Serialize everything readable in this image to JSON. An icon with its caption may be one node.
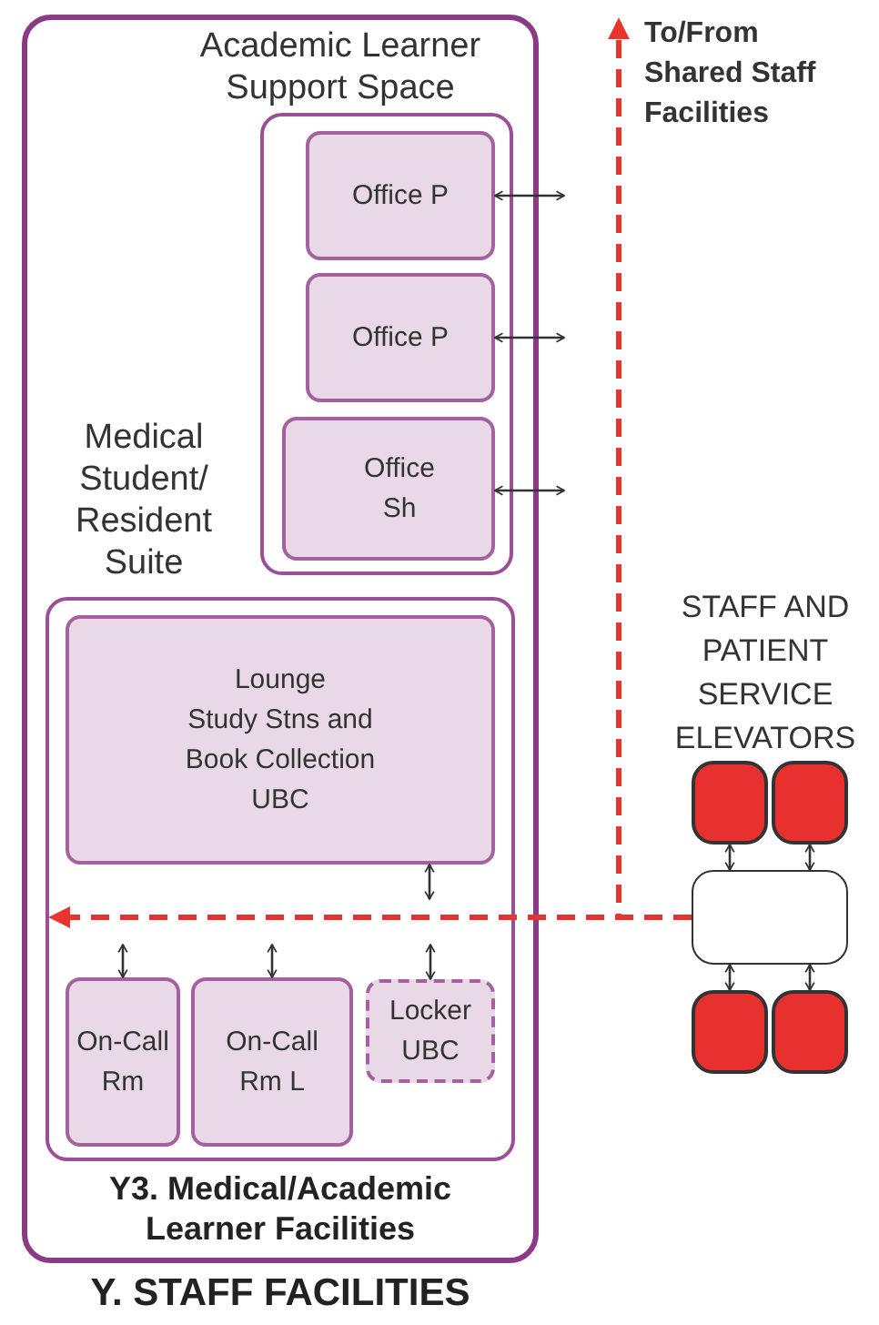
{
  "diagram": {
    "title": "Y. STAFF FACILITIES",
    "nodes": [
      {
        "text": [
          "Y3. Medical/Academic Learner Facilities"
        ]
      },
      {
        "text": [
          "Academic Learner Support Space"
        ],
        "in": 0
      },
      {
        "text": [
          "Office P"
        ],
        "in": 1
      },
      {
        "text": [
          "Office P"
        ],
        "in": 1
      },
      {
        "text": [
          "Office Sh"
        ],
        "in": 1
      },
      {
        "text": [
          "Medical Student/ Resident Suite"
        ],
        "in": 0
      },
      {
        "text": [
          "Lounge",
          "Study Stns and Book Collection",
          "UBC"
        ],
        "in": 5
      },
      {
        "text": [
          "On-Call Rm"
        ],
        "in": 5
      },
      {
        "text": [
          "On-Call Rm L"
        ],
        "in": 5
      },
      {
        "text": [
          "Locker UBC"
        ],
        "in": 5
      },
      {
        "text": [],
        "shape": "box"
      },
      {
        "text": [],
        "shape": "box"
      },
      {
        "text": [],
        "shape": "box"
      },
      {
        "text": [],
        "shape": "box"
      },
      {
        "text": [],
        "shape": "box"
      },
      {
        "text": [
          "To/From Shared Staff Facilities"
        ]
      }
    ],
    "edges": [
      {
        "from": 10,
        "to": 15,
        "arrow": "to",
        "style": "dashed",
        "color": "#e8352f"
      },
      {
        "from": 10,
        "to": 5,
        "arrow": "to",
        "style": "dashed",
        "color": "#e8352f"
      },
      {
        "from": 2,
        "to": null,
        "arrow": "both"
      },
      {
        "from": 3,
        "to": null,
        "arrow": "both"
      },
      {
        "from": 4,
        "to": null,
        "arrow": "both"
      },
      {
        "from": 6,
        "to": null,
        "arrow": "both"
      },
      {
        "from": null,
        "to": 7,
        "arrow": "both"
      },
      {
        "from": null,
        "to": 8,
        "arrow": "both"
      },
      {
        "from": null,
        "to": 9,
        "arrow": "both"
      },
      {
        "from": 11,
        "to": 10,
        "arrow": "both"
      },
      {
        "from": 12,
        "to": 10,
        "arrow": "both"
      },
      {
        "from": 13,
        "to": 10,
        "arrow": "both"
      },
      {
        "from": 14,
        "to": 10,
        "arrow": "both"
      }
    ],
    "labels": [
      "STAFF AND PATIENT SERVICE ELEVATORS"
    ]
  }
}
